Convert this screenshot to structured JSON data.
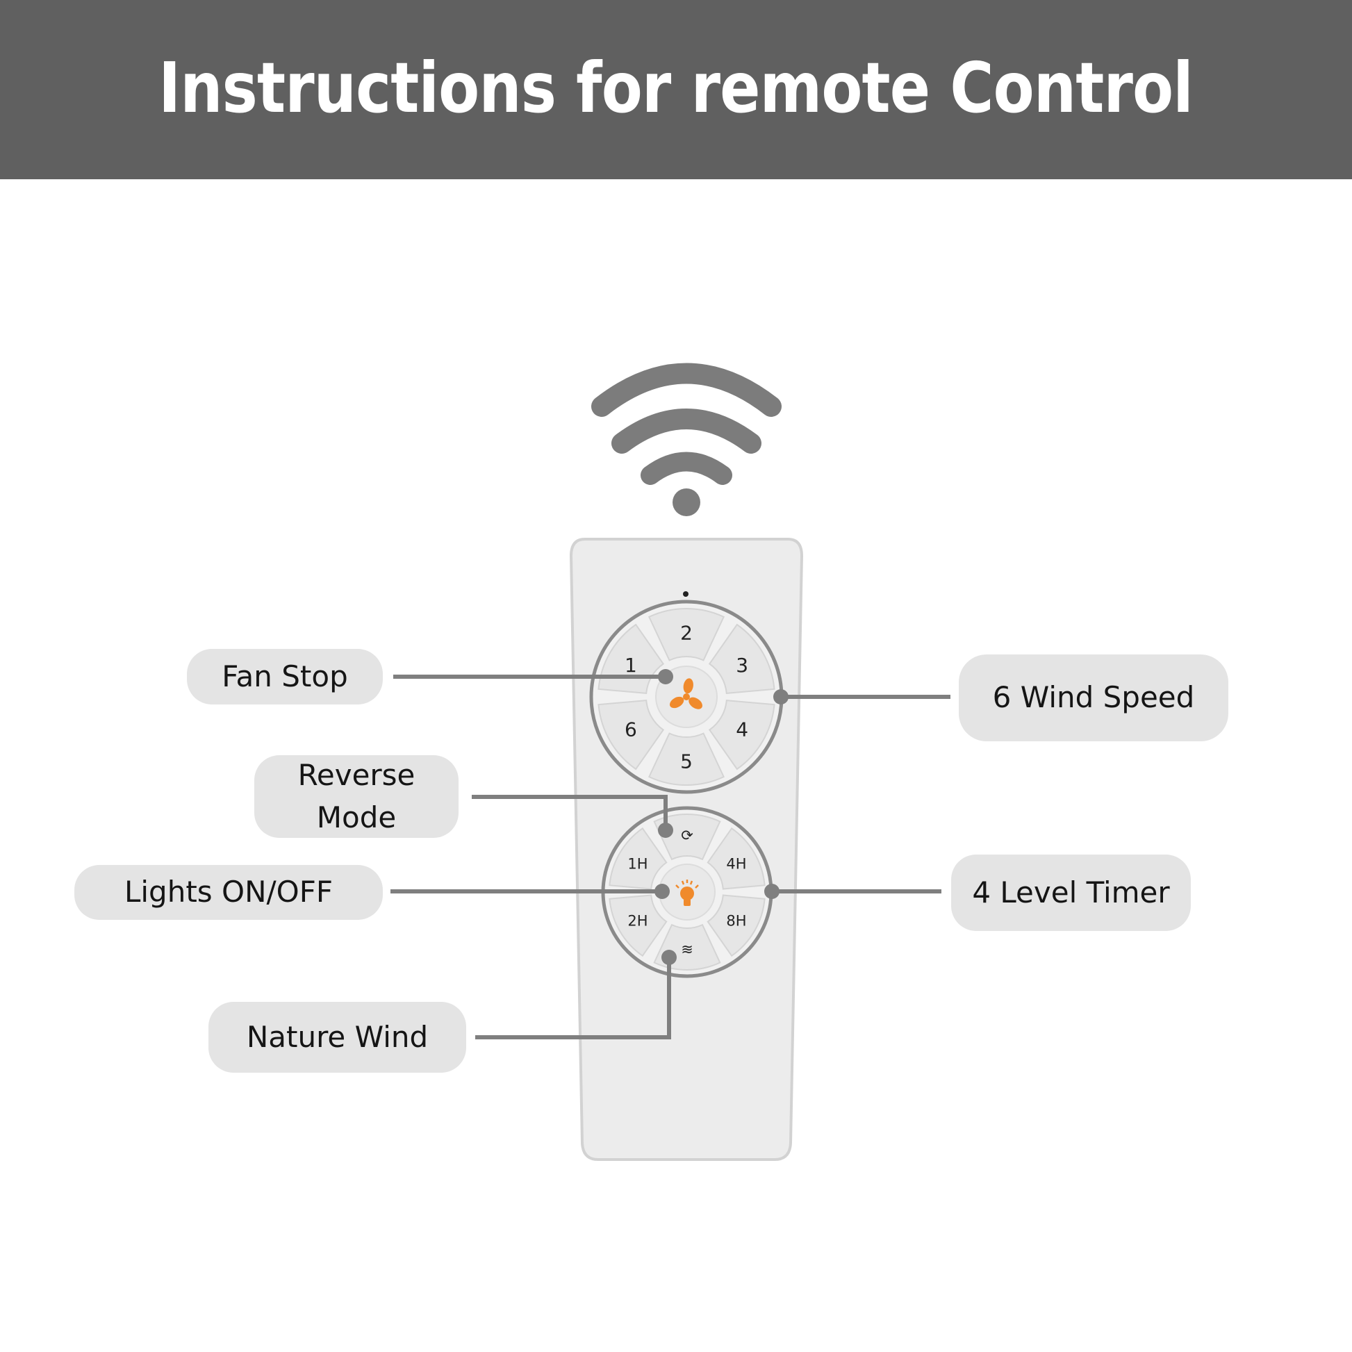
{
  "header": {
    "title": "Instructions for remote Control"
  },
  "labels": {
    "fan_stop": "Fan Stop",
    "wind_speed": "6 Wind Speed",
    "reverse_line1": "Reverse",
    "reverse_line2": "Mode",
    "lights": "Lights ON/OFF",
    "timer": "4 Level Timer",
    "nature_wind": "Nature Wind"
  },
  "remote": {
    "speed_buttons": [
      "2",
      "3",
      "4",
      "5",
      "6",
      "1"
    ],
    "timer_buttons": [
      "4H",
      "8H",
      "2H",
      "1H"
    ],
    "icons": {
      "center_top": "fan-icon",
      "center_bottom": "bulb-icon",
      "reverse": "reverse-icon",
      "nature": "wave-icon",
      "signal": "wifi-signal-icon"
    }
  },
  "colors": {
    "header_bg": "#606060",
    "accent": "#f08a2c",
    "line": "#7f7f7f",
    "pill": "#e4e4e4"
  }
}
